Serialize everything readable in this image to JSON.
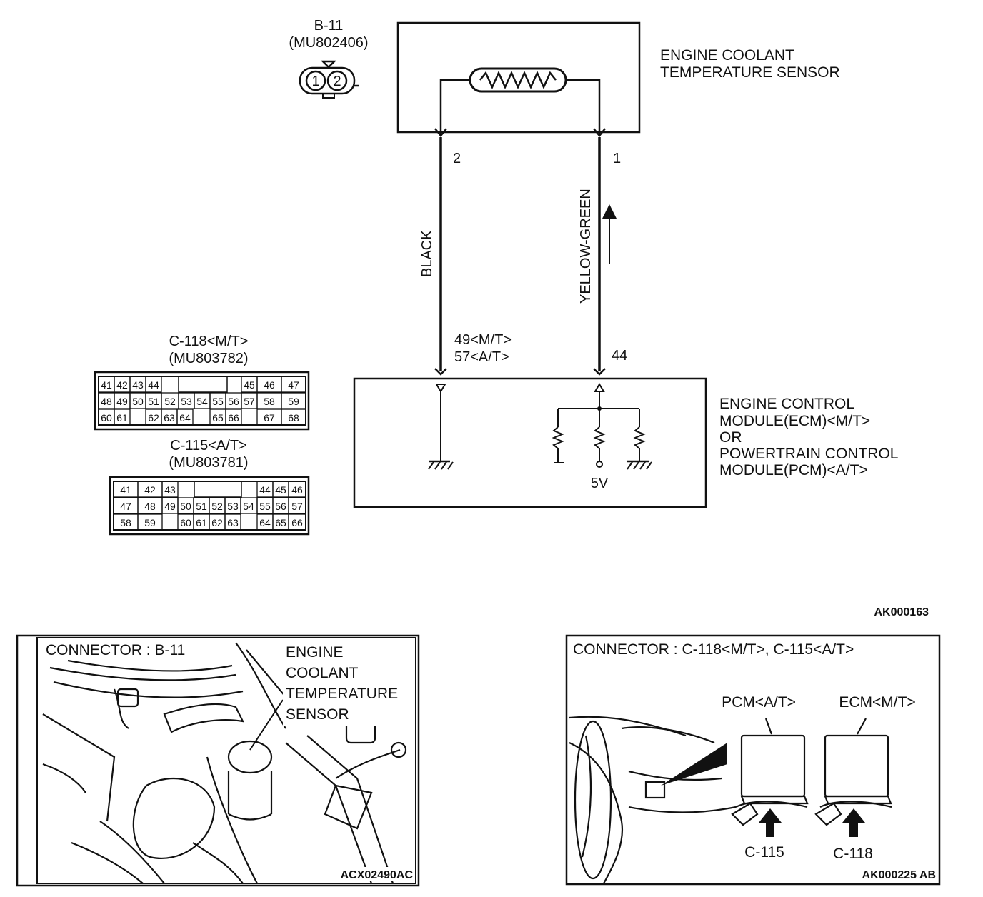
{
  "sensor_connector": {
    "id": "B-11",
    "part": "(MU802406)",
    "pins": [
      "1",
      "2"
    ]
  },
  "sensor_label": [
    "ENGINE COOLANT",
    "TEMPERATURE SENSOR"
  ],
  "wires": {
    "left": {
      "color": "BLACK",
      "top_pin": "2",
      "bottom_pins": [
        "49<M/T>",
        "57<A/T>"
      ]
    },
    "right": {
      "color": "YELLOW-GREEN",
      "top_pin": "1",
      "bottom_pin": "44"
    }
  },
  "ecm_label": [
    "ENGINE CONTROL",
    "MODULE(ECM)<M/T>",
    "OR",
    "POWERTRAIN CONTROL",
    "MODULE(PCM)<A/T>"
  ],
  "supply_voltage": "5V",
  "c118": {
    "title": "C-118<M/T>",
    "part": "(MU803782)",
    "row1": [
      "41",
      "42",
      "43",
      "44",
      "45",
      "46",
      "47"
    ],
    "row2": [
      "48",
      "49",
      "50",
      "51",
      "52",
      "53",
      "54",
      "55",
      "56",
      "57",
      "58",
      "59"
    ],
    "row3": [
      "60",
      "61",
      "62",
      "63",
      "64",
      "65",
      "66",
      "67",
      "68"
    ]
  },
  "c115": {
    "title": "C-115<A/T>",
    "part": "(MU803781)",
    "row1": [
      "41",
      "42",
      "43",
      "44",
      "45",
      "46"
    ],
    "row2": [
      "47",
      "48",
      "49",
      "50",
      "51",
      "52",
      "53",
      "54",
      "55",
      "56",
      "57"
    ],
    "row3": [
      "58",
      "59",
      "60",
      "61",
      "62",
      "63",
      "64",
      "65",
      "66"
    ]
  },
  "diagram_code": "AK000163",
  "photo_left": {
    "caption": "CONNECTOR : B-11",
    "callout": [
      "ENGINE",
      "COOLANT",
      "TEMPERATURE",
      "SENSOR"
    ],
    "code": "ACX02490AC"
  },
  "photo_right": {
    "caption": "CONNECTOR : C-118<M/T>, C-115<A/T>",
    "pcm_label": "PCM<A/T>",
    "ecm_label": "ECM<M/T>",
    "arrow_left": "C-115",
    "arrow_right": "C-118",
    "code": "AK000225 AB"
  }
}
